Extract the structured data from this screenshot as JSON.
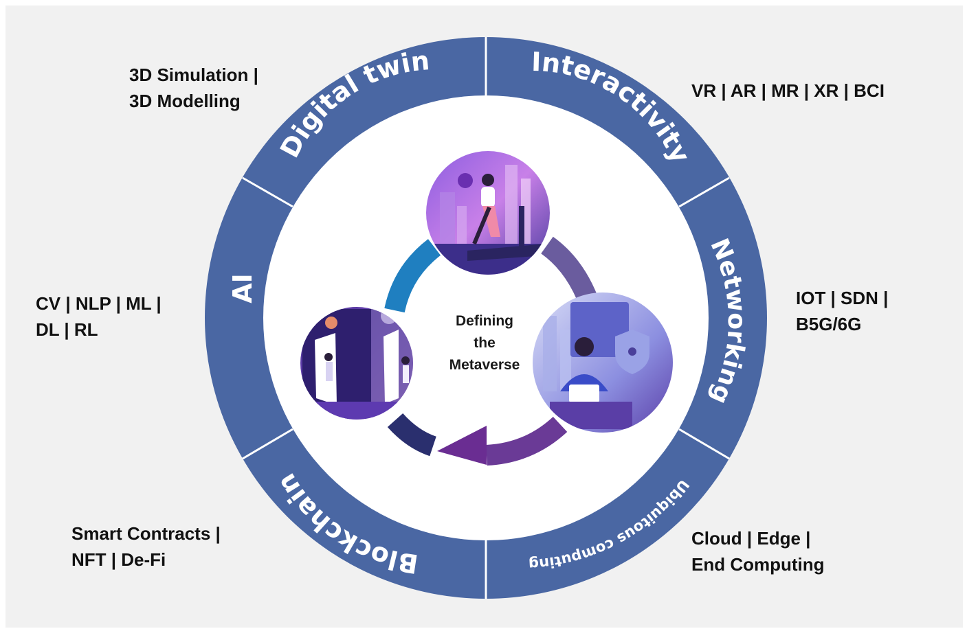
{
  "center": {
    "lines": [
      "Defining",
      "the",
      "Metaverse"
    ]
  },
  "ring": {
    "color": "#4a67a3",
    "segments": [
      {
        "id": "digital-twin",
        "label": "Digital twin"
      },
      {
        "id": "interactivity",
        "label": "Interactivity"
      },
      {
        "id": "networking",
        "label": "Networking"
      },
      {
        "id": "ubiquitous-computing",
        "label": "Ubiquitous computing"
      },
      {
        "id": "blockchain",
        "label": "Blockchain"
      },
      {
        "id": "ai",
        "label": "AI"
      }
    ]
  },
  "side_labels": {
    "digital_twin": [
      "3D Simulation |",
      "3D Modelling"
    ],
    "interactivity": [
      "VR | AR | MR | XR | BCI"
    ],
    "networking": [
      "IOT | SDN |",
      "B5G/6G"
    ],
    "ubiquitous": [
      "Cloud | Edge |",
      "End Computing"
    ],
    "blockchain": [
      "Smart Contracts |",
      "NFT | De-Fi"
    ],
    "ai": [
      "CV | NLP | ML |",
      "DL | RL"
    ]
  },
  "images": [
    {
      "id": "vr-runner",
      "icon": "vr-treadmill-illustration"
    },
    {
      "id": "secure-worker",
      "icon": "security-laptop-illustration"
    },
    {
      "id": "portal-space",
      "icon": "space-portal-illustration"
    }
  ],
  "colors": {
    "background": "#f1f1f1",
    "ring": "#4a67a3",
    "arrow_blue": "#1f7fc0",
    "arrow_purple": "#6a3a96",
    "arrow_dark": "#2a2f6e"
  }
}
